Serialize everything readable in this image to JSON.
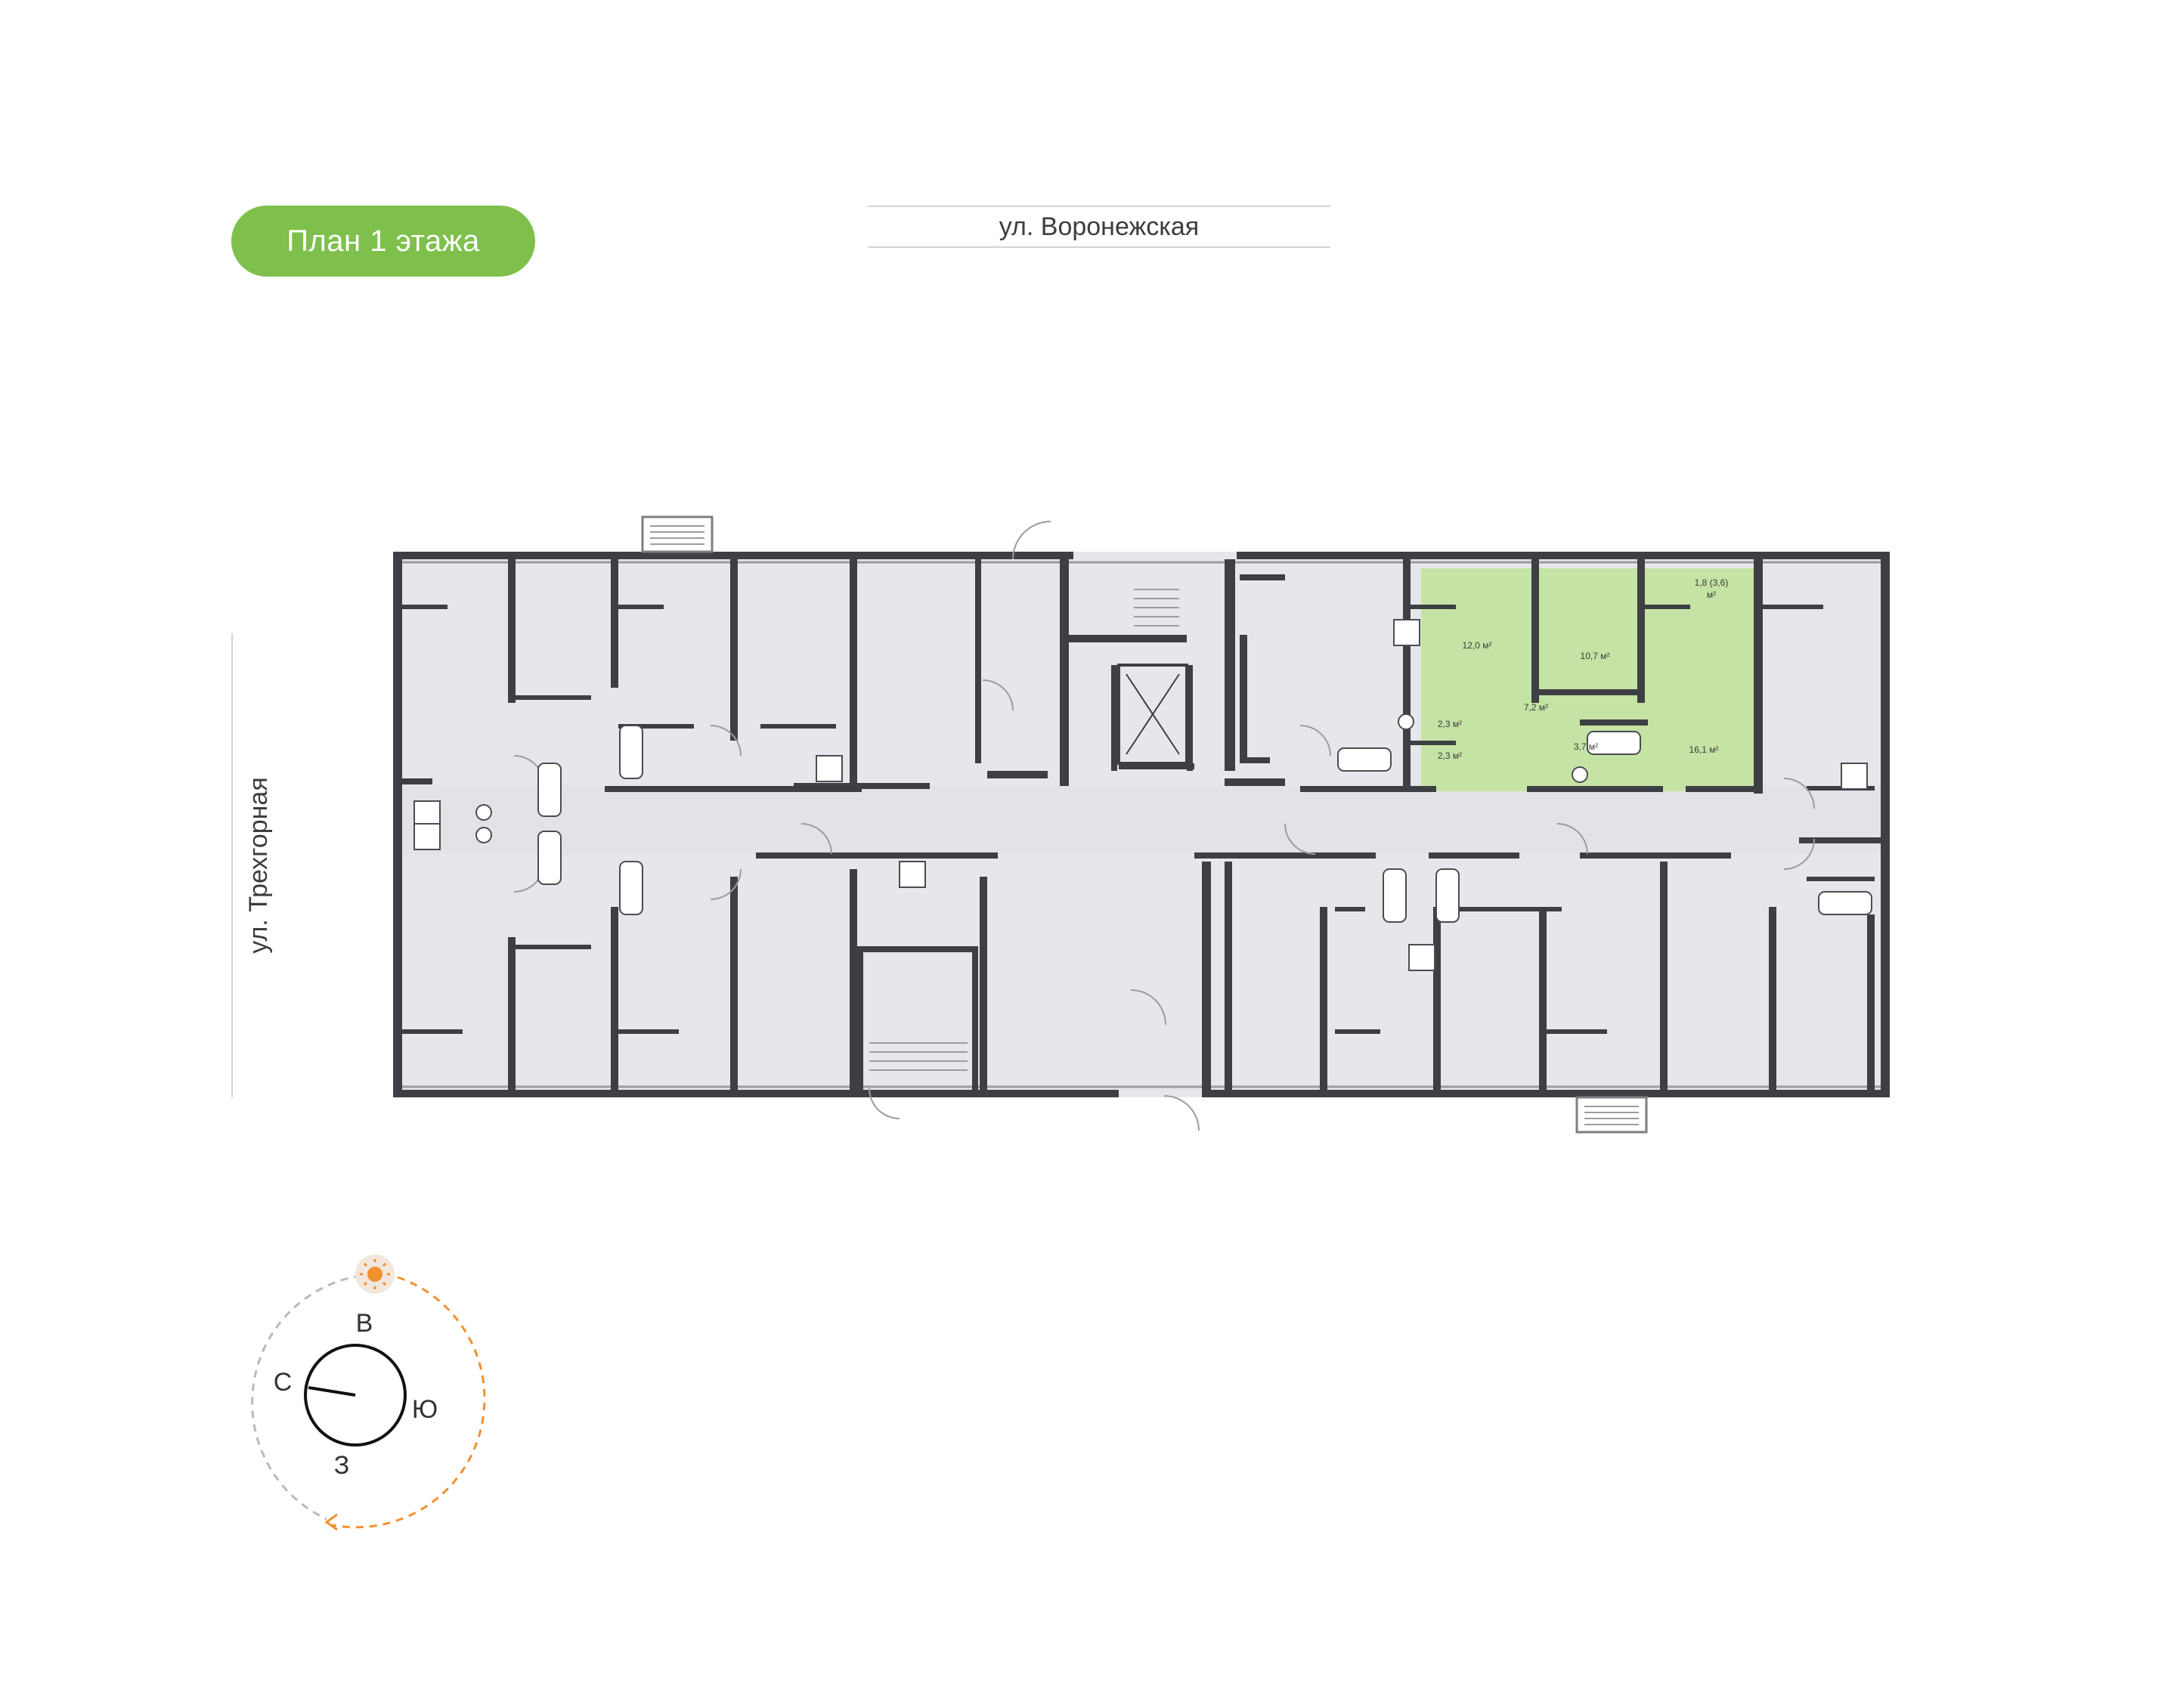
{
  "header": {
    "floor_plan_label": "План 1 этажа",
    "street_north": "ул. Воронежская",
    "street_west": "ул. Трехгорная"
  },
  "colors": {
    "accent_green": "#7ec04b",
    "highlight_apartment": "#c5e3a4",
    "room_fill": "#e6e7ea",
    "wall": "#3d3f44",
    "sun_orange": "#f3902f"
  },
  "apartment": {
    "rooms": [
      {
        "label": "12,0 м²"
      },
      {
        "label": "10,7 м²"
      },
      {
        "label": "1,8 (3,6)"
      },
      {
        "label": "м²"
      },
      {
        "label": "7,2 м²"
      },
      {
        "label": "2,3 м²"
      },
      {
        "label": "2,3 м²"
      },
      {
        "label": "3,7 м²"
      },
      {
        "label": "16,1 м²"
      }
    ]
  },
  "compass": {
    "north": "С",
    "east": "В",
    "south": "Ю",
    "west": "З",
    "icon": "sun-icon"
  }
}
